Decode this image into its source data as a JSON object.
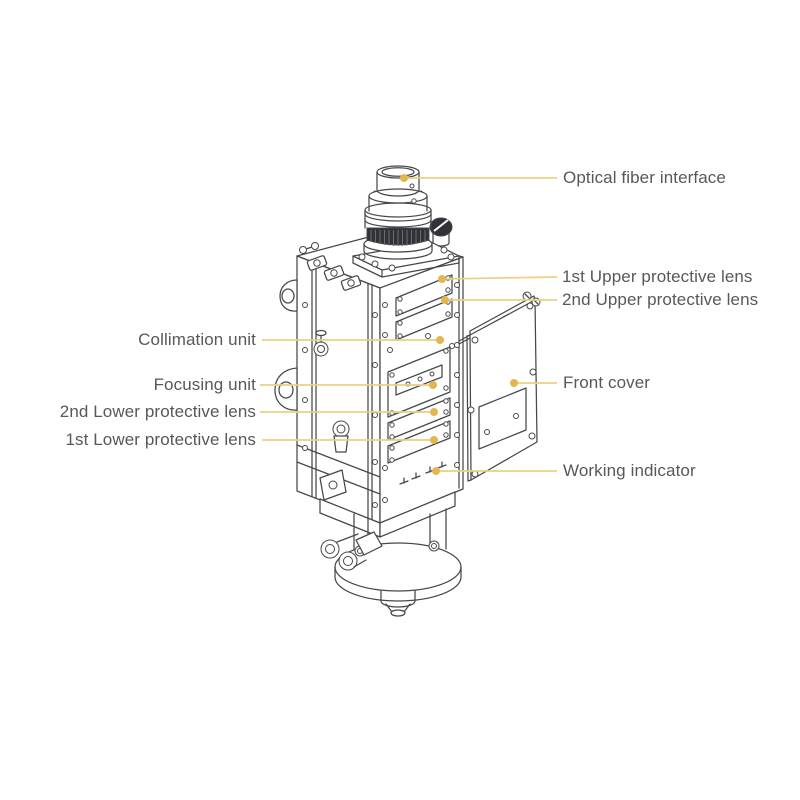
{
  "figure": {
    "type": "labeled-technical-diagram",
    "subject": "Fiber laser cutting head annotated line drawing",
    "labels_right": [
      {
        "text": "Optical fiber interface"
      },
      {
        "text": "1st Upper protective lens"
      },
      {
        "text": "2nd Upper protective lens"
      },
      {
        "text": "Front cover"
      },
      {
        "text": "Working indicator"
      }
    ],
    "labels_left": [
      {
        "text": "Collimation unit"
      },
      {
        "text": "Focusing unit"
      },
      {
        "text": "2nd Lower protective lens"
      },
      {
        "text": "1st Lower protective lens"
      }
    ],
    "colors": {
      "leader_line": "#ecd080",
      "leader_dot": "#e2b84e",
      "label_text": "#56585c",
      "line_art": "#46484b",
      "background": "#ffffff"
    }
  }
}
